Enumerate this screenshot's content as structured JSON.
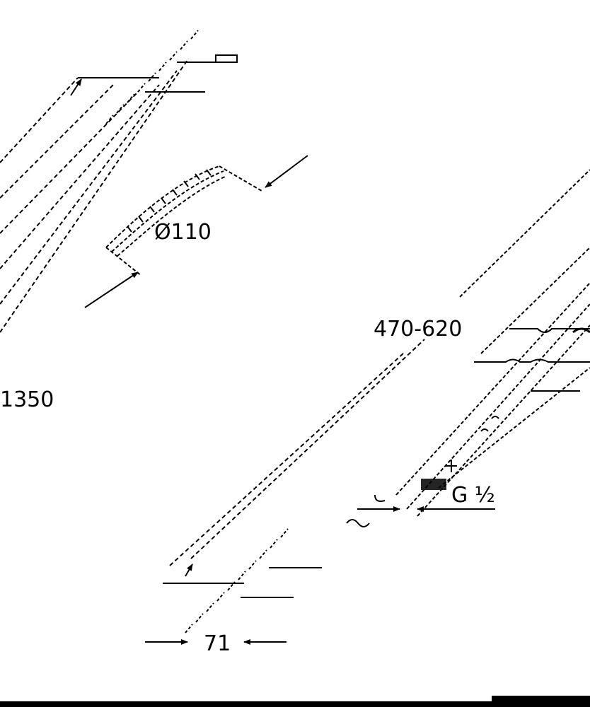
{
  "dimensions": {
    "diameter": "Ø110",
    "range": "470-620",
    "height": "1350",
    "thread": "G ½",
    "width": "71"
  },
  "colors": {
    "line": "#000000",
    "background": "#ffffff"
  }
}
